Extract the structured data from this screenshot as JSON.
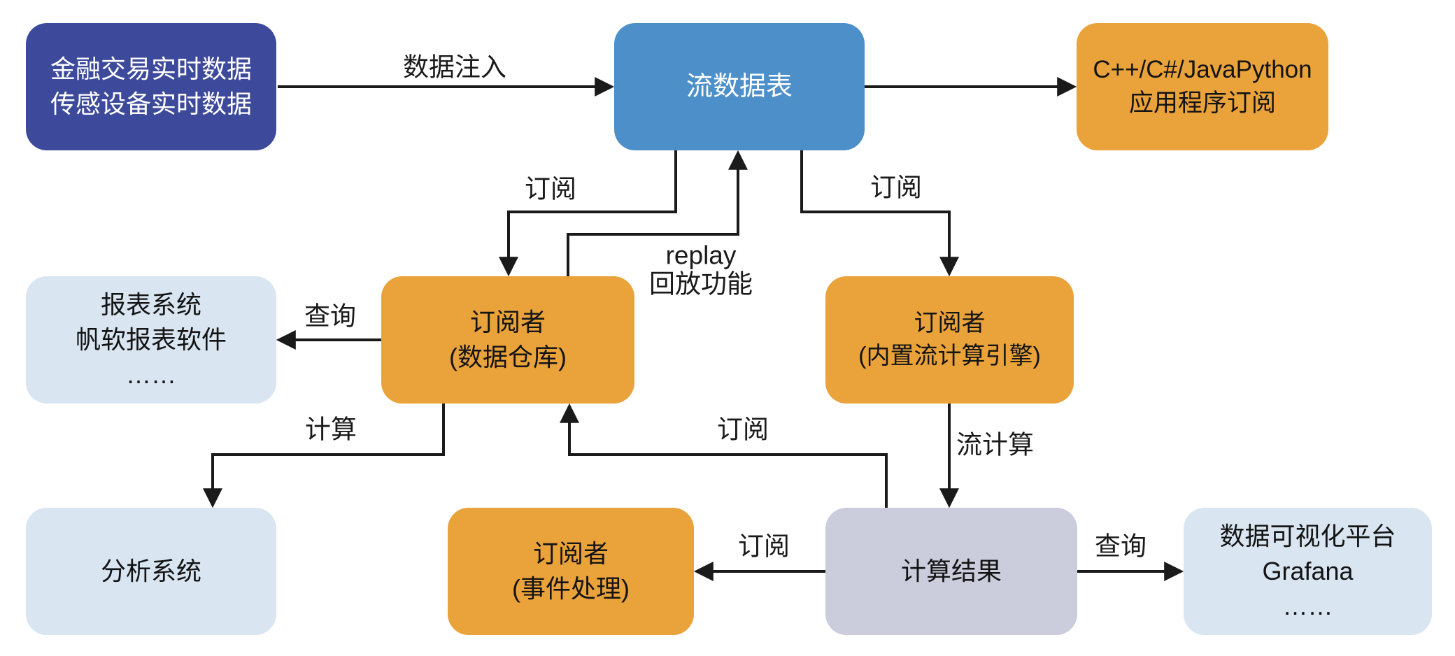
{
  "diagram": {
    "nodes": {
      "sources": {
        "line1": "金融交易实时数据",
        "line2": "传感设备实时数据"
      },
      "stream_table": {
        "label": "流数据表"
      },
      "api_subscribe": {
        "line1": "C++/C#/JavaPython",
        "line2": "应用程序订阅"
      },
      "report_system": {
        "line1": "报表系统",
        "line2": "帆软报表软件",
        "line3": "……"
      },
      "subscriber_dw": {
        "line1": "订阅者",
        "line2": "(数据仓库)"
      },
      "subscriber_engine": {
        "line1": "订阅者",
        "line2": "(内置流计算引擎)"
      },
      "analysis_system": {
        "label": "分析系统"
      },
      "subscriber_event": {
        "line1": "订阅者",
        "line2": "(事件处理)"
      },
      "calc_result": {
        "label": "计算结果"
      },
      "visualization": {
        "line1": "数据可视化平台",
        "line2": "Grafana",
        "line3": "……"
      }
    },
    "edge_labels": {
      "inject": "数据注入",
      "subscribe_left": "订阅",
      "subscribe_right": "订阅",
      "replay_line1": "replay",
      "replay_line2": "回放功能",
      "query_left": "查询",
      "compute": "计算",
      "stream_compute": "流计算",
      "subscribe_mid": "订阅",
      "subscribe_bottom": "订阅",
      "query_right": "查询"
    },
    "colors": {
      "source_box": "#3d4a9b",
      "stream_table_box": "#4d90c9",
      "subscriber_box": "#eaa23b",
      "external_box": "#d9e6f2",
      "result_box": "#cccddc",
      "line": "#1a1a1a",
      "background": "#ffffff"
    }
  }
}
